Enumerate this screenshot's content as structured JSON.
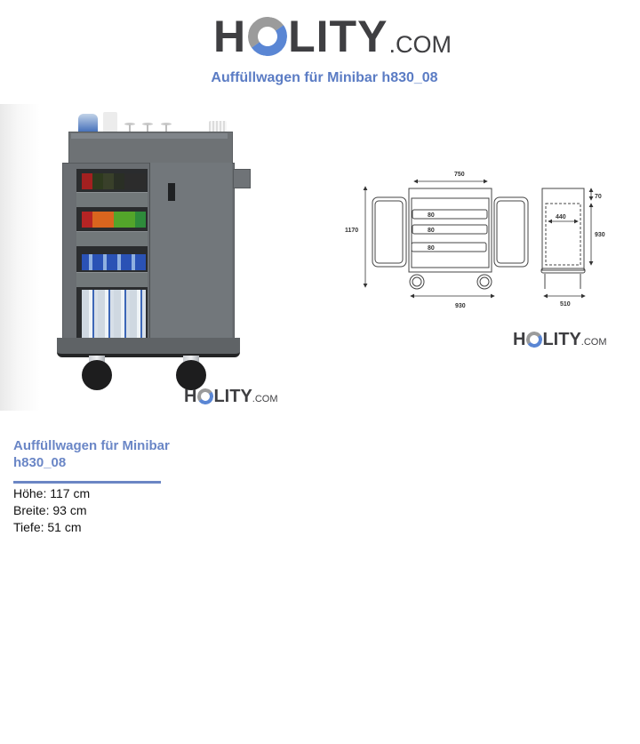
{
  "header": {
    "logo": {
      "before_ring": "H",
      "after_ring": "LITY",
      "suffix": ".COM"
    },
    "title": "Auffüllwagen für Minibar h830_08"
  },
  "colors": {
    "brand_blue": "#5a86d4",
    "brand_gray": "#9b9b9b",
    "title_blue": "#5b7cc4",
    "logo_text": "#3f3f42"
  },
  "product_image": {
    "alt": "Minibar refill cart, grey, with shelves of cans and water bottles",
    "watermark": {
      "before_ring": "H",
      "after_ring": "LITY",
      "suffix": ".COM"
    }
  },
  "technical_drawing": {
    "front_width_top": "750",
    "total_height": "1170",
    "shelves": [
      "80",
      "80",
      "80"
    ],
    "front_width_bottom": "930",
    "side_top": "70",
    "side_inner_width": "440",
    "side_height": "930",
    "side_depth": "510",
    "watermark": {
      "before_ring": "H",
      "after_ring": "LITY",
      "suffix": ".COM"
    }
  },
  "description": {
    "title": "Auffüllwagen für Minibar h830_08",
    "specs": [
      {
        "label": "Höhe",
        "value": "117 cm",
        "text": "Höhe: 117 cm"
      },
      {
        "label": "Breite",
        "value": "93 cm",
        "text": "Breite: 93 cm"
      },
      {
        "label": "Tiefe",
        "value": "51 cm",
        "text": "Tiefe: 51 cm"
      }
    ]
  }
}
